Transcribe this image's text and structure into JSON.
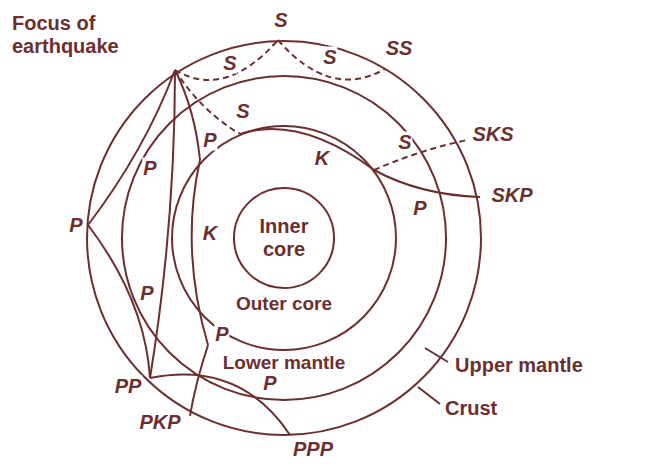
{
  "diagram": {
    "nodes": [
      {
        "text": [
          "Lower mantle"
        ]
      },
      {
        "text": [
          "Outer core"
        ],
        "in": 0
      },
      {
        "text": [
          "Inner core"
        ],
        "in": 1
      }
    ],
    "labels": [
      "Focus of earthquake",
      "S",
      "S",
      "S",
      "SS",
      "S",
      "P",
      "K",
      "S",
      "SKS",
      "P",
      "SKP",
      "P",
      "P",
      "K",
      "P",
      "P",
      "PP",
      "PKP",
      "P",
      "PPP",
      "Upper mantle",
      "Crust"
    ]
  }
}
